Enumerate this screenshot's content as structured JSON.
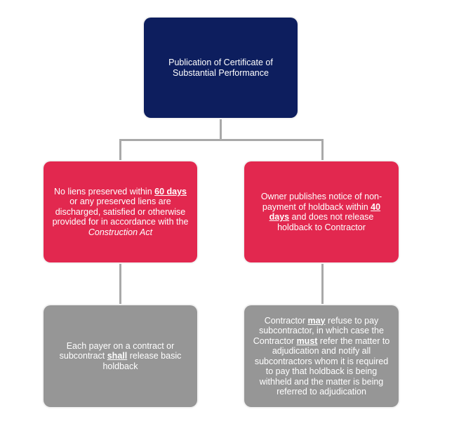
{
  "top": {
    "text": "Publication of Certificate of Substantial Performance"
  },
  "left_condition": {
    "t1": "No liens preserved within ",
    "b1": "60 days",
    "t2": " or any preserved liens are discharged, satisfied or otherwise provided for in accordance with the ",
    "i1": "Construction Act"
  },
  "right_condition": {
    "t1": "Owner publishes notice of non-payment of holdback within ",
    "b1": "40 days",
    "t2": " and does not release holdback to Contractor"
  },
  "left_outcome": {
    "t1": "Each payer on a contract or subcontract ",
    "b1": "shall",
    "t2": " release basic holdback"
  },
  "right_outcome": {
    "t1": "Contractor ",
    "b1": "may",
    "t2": " refuse to pay subcontractor, in which case the Contractor ",
    "b2": "must",
    "t3": " refer the matter to adjudication and notify all subcontractors whom it is required to pay that holdback is being withheld and the matter is being referred to adjudication"
  },
  "colors": {
    "navy": "#0d1e5e",
    "red": "#e2284f",
    "gray": "#969696",
    "connector": "#a9a9a9"
  }
}
